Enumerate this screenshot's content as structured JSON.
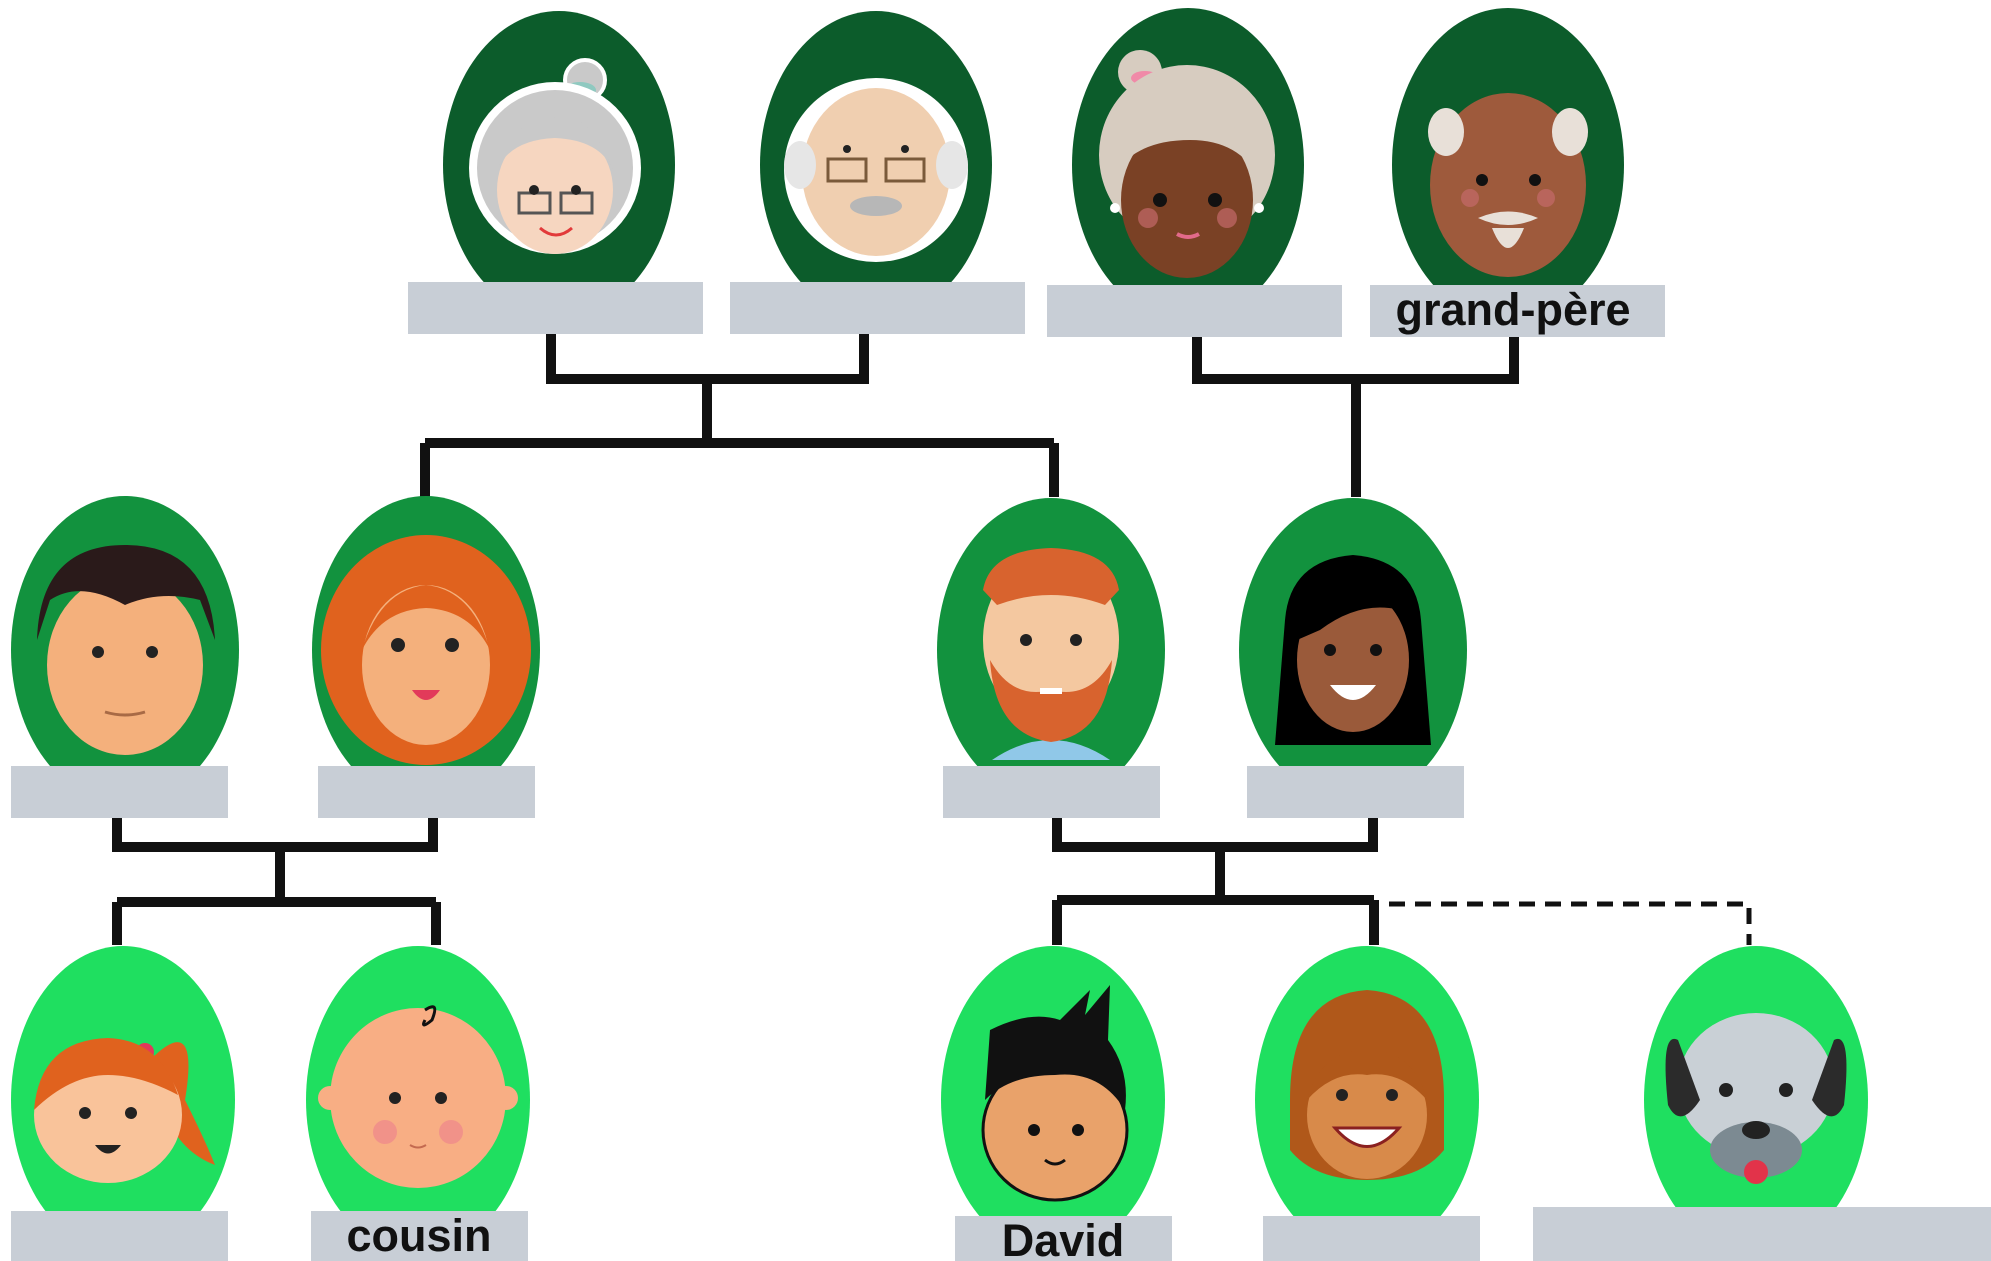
{
  "colors": {
    "gen1_oval": "#0c5c2b",
    "gen2_oval": "#12923e",
    "gen3_oval": "#1fdf60",
    "label_box": "#c8ced6",
    "connector": "#111111",
    "background": "#ffffff"
  },
  "members": [
    {
      "id": "grandmother-1",
      "icon": "grandmother-gray-hair-glasses-icon",
      "label": ""
    },
    {
      "id": "grandfather-1",
      "icon": "grandfather-glasses-mustache-icon",
      "label": ""
    },
    {
      "id": "grandmother-2",
      "icon": "grandmother-dark-skin-icon",
      "label": ""
    },
    {
      "id": "grandfather-2",
      "icon": "grandfather-beard-icon",
      "label": "grand-père"
    },
    {
      "id": "uncle",
      "icon": "man-dark-hair-icon",
      "label": ""
    },
    {
      "id": "aunt",
      "icon": "woman-curly-red-hair-icon",
      "label": ""
    },
    {
      "id": "father",
      "icon": "man-red-beard-icon",
      "label": ""
    },
    {
      "id": "mother",
      "icon": "woman-long-black-hair-icon",
      "label": ""
    },
    {
      "id": "cousin-girl",
      "icon": "girl-ponytail-icon",
      "label": ""
    },
    {
      "id": "cousin-baby",
      "icon": "baby-icon",
      "label": "cousin"
    },
    {
      "id": "david",
      "icon": "boy-spiky-hair-icon",
      "label": "David"
    },
    {
      "id": "sister",
      "icon": "girl-brown-hair-icon",
      "label": ""
    },
    {
      "id": "dog",
      "icon": "dog-icon",
      "label": ""
    }
  ]
}
